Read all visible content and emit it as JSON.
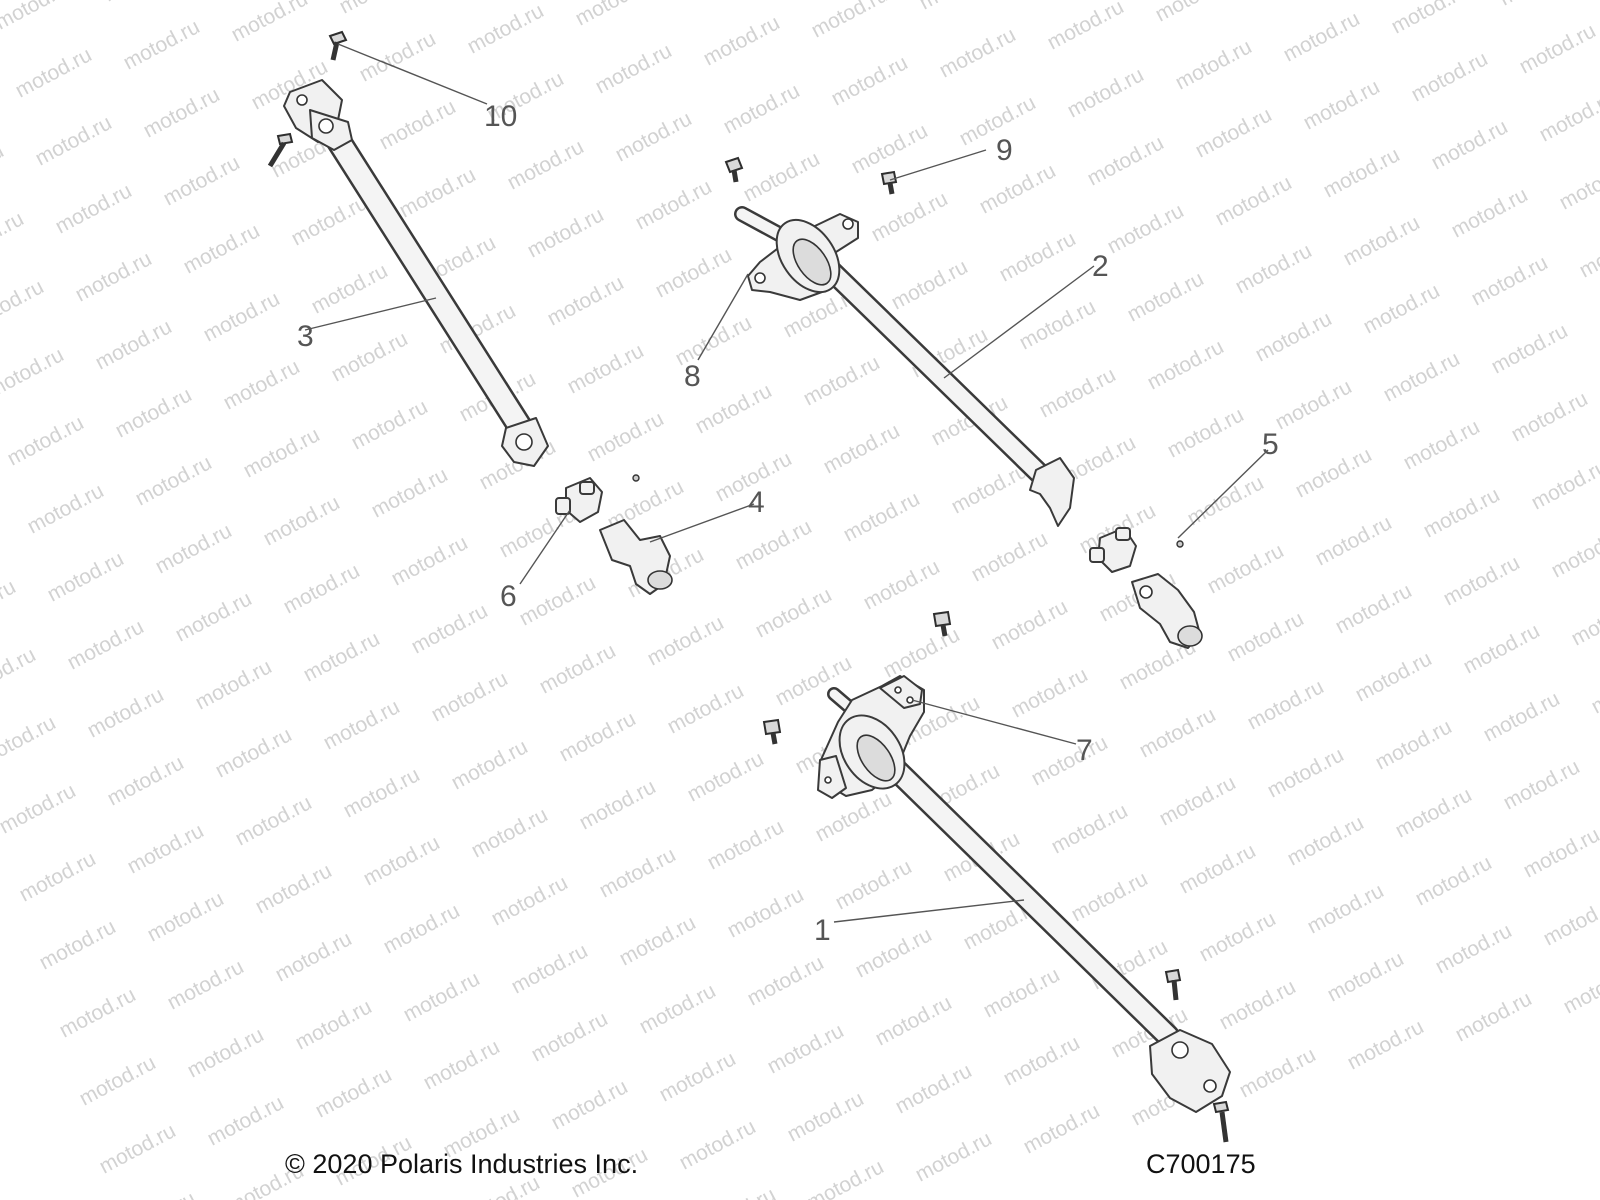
{
  "watermark": {
    "text": "motod.ru"
  },
  "callouts": {
    "p1": "1",
    "p2": "2",
    "p3": "3",
    "p4": "4",
    "p5": "5",
    "p6": "6",
    "p7": "7",
    "p8": "8",
    "p9": "9",
    "p10": "10"
  },
  "footer": {
    "copyright": "© 2020 Polaris Industries Inc.",
    "figure_code": "C700175"
  }
}
